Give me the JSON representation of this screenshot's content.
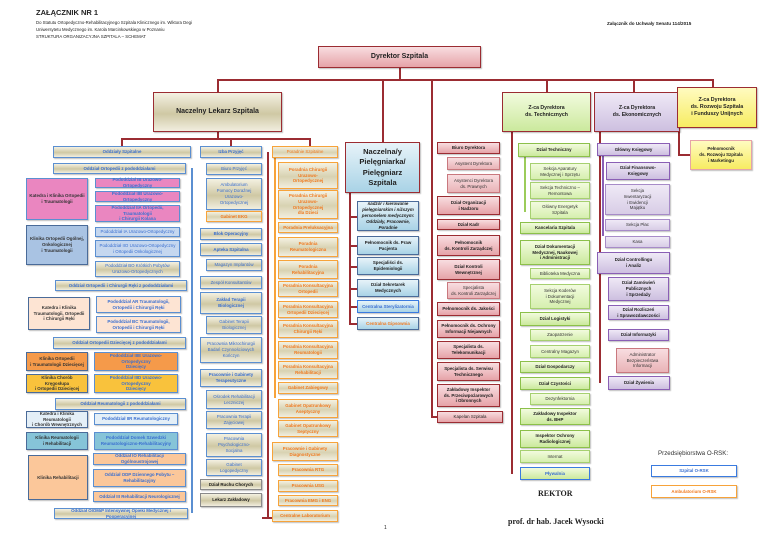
{
  "header": {
    "title": "ZAŁĄCZNIK NR 1",
    "line1": "Do Statutu Ortopedyczno-Rehabilitacyjnego Szpitala Klinicznego im. Wiktora Degi",
    "line2": "Uniwersytetu Medycznego im. Karola Marcinkowskiego w Poznaniu",
    "line3": "STRUKTURA ORGANIZACYJNA SZPITALA – SCHEMAT",
    "right": "Załącznik do Uchwały Senatu 114/2015"
  },
  "top": {
    "director": "Dyrektor Szpitala",
    "chief_doctor": "Naczelny Lekarz Szpitala",
    "dep_tech": "Z-ca Dyrektora\nds. Technicznych",
    "dep_econ": "Z-ca Dyrektora\nds. Ekonomicznych",
    "dep_dev": "Z-ca Dyrektora\nds. Rozwoju Szpitala\ni Funduszy Unijnych",
    "head_nurse": "Naczelna/y\nPielęgniarka/\nPielęgniarz Szpitala"
  },
  "left": [
    "Oddziały Szpitalne",
    "Oddział Ortopedii z pododdziałami",
    "Katedra i Klinika Ortopedii\ni Traumatologii",
    "Pododdział IB Urazowo-Ortopedyczny",
    "Pododdział IIB Urazowo-Ortopedyczny",
    "Pododdział IIA Ortopedii, Traumatologii\ni Chirurgii Kolana",
    "Klinika Ortopedii Ogólnej,\nOnkologicznej\ni Traumatologii",
    "Pododdział IA Urazowo-Ortopedyczny",
    "Pododdział IIO Urazowo-Ortopedyczny\ni Ortopedii Onkologicznej",
    "Pododdział BO Krótkich Pobytów\nUrazowo-Ortopedycznych",
    "Oddział Ortopedii i Chirurgii Ręki z pododdziałami",
    "Katedra i Klinika\nTraumatologii, Ortopedii\ni Chirurgii Ręki",
    "Pododdział AR Traumatologii,\nOrtopedii i Chirurgii Ręki",
    "Pododdział BC Traumatologii,\nOrtopedii i Chirurgii Ręki",
    "Oddział Ortopedii Dziecięcej z pododdziałami",
    "Klinika Ortopedii\ni Traumatologii Dziecięcej",
    "Pododdział IIIE Urazowo-Ortopedyczny\nDziecięcy",
    "Klinika Chorób Kręgosłupa\ni Ortopedii Dziecięcej",
    "Pododdział IIID Urazowo-Ortopedyczny\nDziecięcy",
    "Oddział Reumatologii z pododdziałami",
    "Katedra i Klinika Reumatologii\ni Chorób Wewnętrznych",
    "Pododdział IIR Reumatologiczny",
    "Klinika Reumatologii\ni Rehabilitacji",
    "Pododdział Domek Szwedzki\nReumatologiczno-Rehabilitacyjny",
    "Klinika Rehabilitacji",
    "Oddział IO Rehabilitacji Ogólnoustrojowej",
    "Oddział ODP Dziennego Pobytu –\nRehabilitacyjny",
    "Oddział III Rehabilitacji Neurologicznej",
    "Oddział OIOMiP Intensywnej Opieki Medycznej i Pooperacyjnej"
  ],
  "col2": [
    "Izba Przyjęć",
    "Biuro Przyjęć",
    "Ambulatorium\nPomocy Doraźnej\nUrazowo-\nOrtopedycznej",
    "Gabinet EKG",
    "Blok Operacyjny",
    "Apteka Szpitalna",
    "Magazyn Implantów",
    "Zespół Konsultantów",
    "Zakład Terapii\nBiologicznej",
    "Gabinet Terapii\nBiologicznej",
    "Pracownia Mikrochirurgii\nBadań Czynnościowych\nKończyn",
    "Pracownie i Gabinety\nTerapeutyczne",
    "Ośrodek Rehabilitacji\nLeczniczej",
    "Pracownia Terapii\nZajęciowej",
    "Pracownia\nPsychologiczno-\nSocjalna",
    "Gabinet\nLogopedyczny",
    "Dział Ruchu Chorych",
    "Lekarz Zakładowy"
  ],
  "col3": [
    "Poradnie Szpitalne",
    "Poradnia Chirurgii\nUrazowo-\nOrtopedycznej",
    "Poradnia Chirurgii\nUrazowo-\nOrtopedycznej\ndla Dzieci",
    "Poradnia Preluksacyjna",
    "Poradnia\nReumatologiczna",
    "Poradnia\nRehabilitacyjna",
    "Poradnia Konsultacyjna\nOrtopedii",
    "Poradnia Konsultacyjna\nOrtopedii Dziecięcej",
    "Poradnia Konsultacyjna\nChirurgii Ręki",
    "Poradnia Konsultacyjna\nReumatologii",
    "Poradnia Konsultacyjna\nRehabilitacji",
    "Gabinet Zabiegowy",
    "Gabinet Opatrunkowy\nAseptyczny",
    "Gabinet Opatrunkowy\nSeptyczny",
    "Pracownie i Gabinety\nDiagnostyczne",
    "Pracownia RTG",
    "Pracownia USG",
    "Pracownia EMG i ENG",
    "Centralne Laboratorium"
  ],
  "nursing": [
    "nadzór i kierowanie\npielęgniarskim i niższym\npersonelem medycznym:\nOddziały, Pracownie,\nPoradnie",
    "Pełnomocnik ds. Praw\nPacjenta",
    "Specjaliści ds.\nEpidemiologii",
    "Dział Sekretarek\nMedycznych",
    "Centralna Sterylizatornia",
    "Centralna Gipsownia"
  ],
  "col5": [
    "Biuro Dyrektora",
    "Asystent Dyrektora",
    "Asystenci Dyrektora\nds. Prawnych",
    "Dział Organizacji\ni Nadzoru",
    "Dział Kadr",
    "Pełnomocnik\nds. Kontroli Zarządczej",
    "Dział Kontroli\nWewnętrznej",
    "Specjalista\nds. Kontroli Zarządczej",
    "Pełnomocnik ds. Jakości",
    "Pełnomocnik ds. Ochrony\nInformacji Niejawnych",
    "Specjalista ds.\nTelekomunikacji",
    "Specjalista ds. Serwisu\nTechnicznego",
    "Zakładowy Inspektor\nds. Przeciwpożarowych\ni Obronnych",
    "Kapelan Szpitala"
  ],
  "col6": [
    "Dział Techniczny",
    "Sekcja Aparatury\nMedycznej i Sprzętu",
    "Sekcja Techniczno –\nRemontowa",
    "Główny Energetyk\nSzpitala",
    "Kancelaria Szpitala",
    "Dział Dokumentacji\nMedycznej, Naukowej\ni Administracji",
    "Biblioteka Medyczna",
    "Sekcja Koderów\ni Dokumentacji\nMedycznej",
    "Dział Logistyki",
    "Zaopatrzenie",
    "Centralny Magazyn",
    "Dział Gospodarczy",
    "Dział Czystości",
    "Dezynfektornia",
    "Zakładowy Inspektor\nds. BHP",
    "Inspektor Ochrony\nRadiologicznej",
    "Internat",
    "Pływalnia"
  ],
  "col7": [
    "Główny Księgowy",
    "Dział Finansowo-\nKsięgowy",
    "Sekcja\nInwentaryzacji\ni Ewidencji\nMajątku",
    "Sekcja Płac",
    "Kasa",
    "Dział Controllingu\ni Analiz",
    "Dział Zamówień\nPublicznych\ni Sprzedaży",
    "Dział Rozliczeń\ni Sprawozdawczości",
    "Dział Informatyki",
    "Administrator\nBezpieczeństwa\nInformacji",
    "Dział Żywienia"
  ],
  "dev": [
    "Pełnomocnik\nds. Rozwoju Szpitala\ni Marketingu"
  ],
  "legend": {
    "title": "Przedsiębiorstwa  O-RSK:",
    "hospital": "Szpital O-RSK",
    "ambulatory": "Ambulatorium O-RSK"
  },
  "signature": {
    "role": "REKTOR",
    "name": "prof. dr hab. Jacek Wysocki",
    "page": "1"
  },
  "colors": {
    "director": "#e6a3a8",
    "line": "#9b2c32",
    "blue": "#5b8fd1",
    "orange": "#f7a33a",
    "green": "#9ccc5a",
    "purple": "#8a5fb5",
    "yellow": "#f7ec62"
  }
}
